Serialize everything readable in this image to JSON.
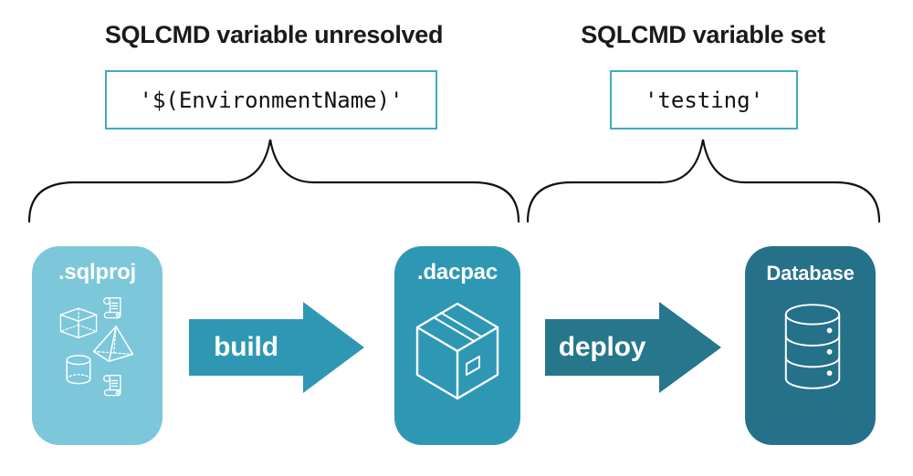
{
  "diagram": {
    "left_group": {
      "heading": "SQLCMD variable unresolved",
      "code_value": "'$(EnvironmentName)'"
    },
    "right_group": {
      "heading": "SQLCMD variable set",
      "code_value": "'testing'"
    },
    "nodes": {
      "sqlproj": {
        "label": ".sqlproj",
        "bg": "#7cc7da"
      },
      "dacpac": {
        "label": ".dacpac",
        "bg": "#2e98b4"
      },
      "database": {
        "label": "Database",
        "bg": "#247189"
      }
    },
    "arrows": {
      "build": {
        "label": "build",
        "color": "#2e98b4"
      },
      "deploy": {
        "label": "deploy",
        "color": "#26768c"
      }
    },
    "colors": {
      "code_box_border": "#3fa9c6",
      "heading_text": "#1a1a1a",
      "code_text": "#111111",
      "brace": "#111111",
      "icon_stroke": "#ffffff"
    }
  }
}
